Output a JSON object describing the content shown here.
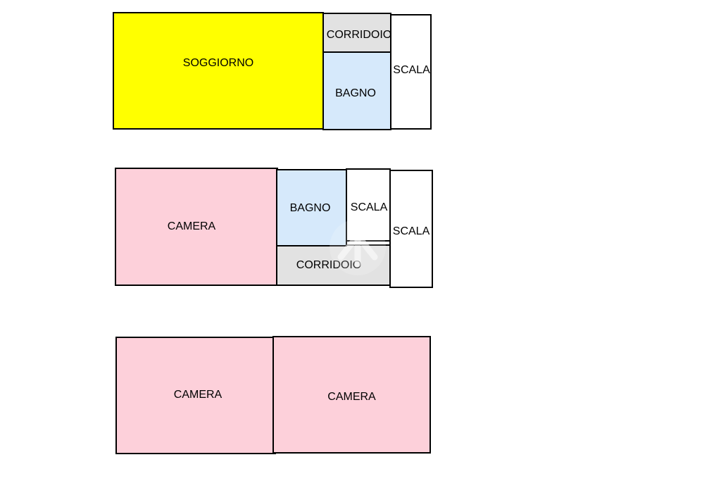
{
  "floor_plan": {
    "floors": [
      {
        "rooms": [
          {
            "id": "soggiorno",
            "label": "SOGGIORNO",
            "fill": "#ffff00"
          },
          {
            "id": "corridoio",
            "label": "CORRIDOIO",
            "fill": "#e2e2e2"
          },
          {
            "id": "bagno",
            "label": "BAGNO",
            "fill": "#d6e9fb"
          },
          {
            "id": "scala",
            "label": "SCALA",
            "fill": "#ffffff"
          }
        ]
      },
      {
        "rooms": [
          {
            "id": "camera",
            "label": "CAMERA",
            "fill": "#fdd0da"
          },
          {
            "id": "bagno",
            "label": "BAGNO",
            "fill": "#d6e9fb"
          },
          {
            "id": "scala-a",
            "label": "SCALA",
            "fill": "#ffffff"
          },
          {
            "id": "corridoio",
            "label": "CORRIDOIO",
            "fill": "#e2e2e2"
          },
          {
            "id": "scala-b",
            "label": "SCALA",
            "fill": "#ffffff"
          }
        ]
      },
      {
        "rooms": [
          {
            "id": "camera-left",
            "label": "CAMERA",
            "fill": "#fdd0da"
          },
          {
            "id": "camera-right",
            "label": "CAMERA",
            "fill": "#fdd0da"
          }
        ]
      }
    ]
  }
}
